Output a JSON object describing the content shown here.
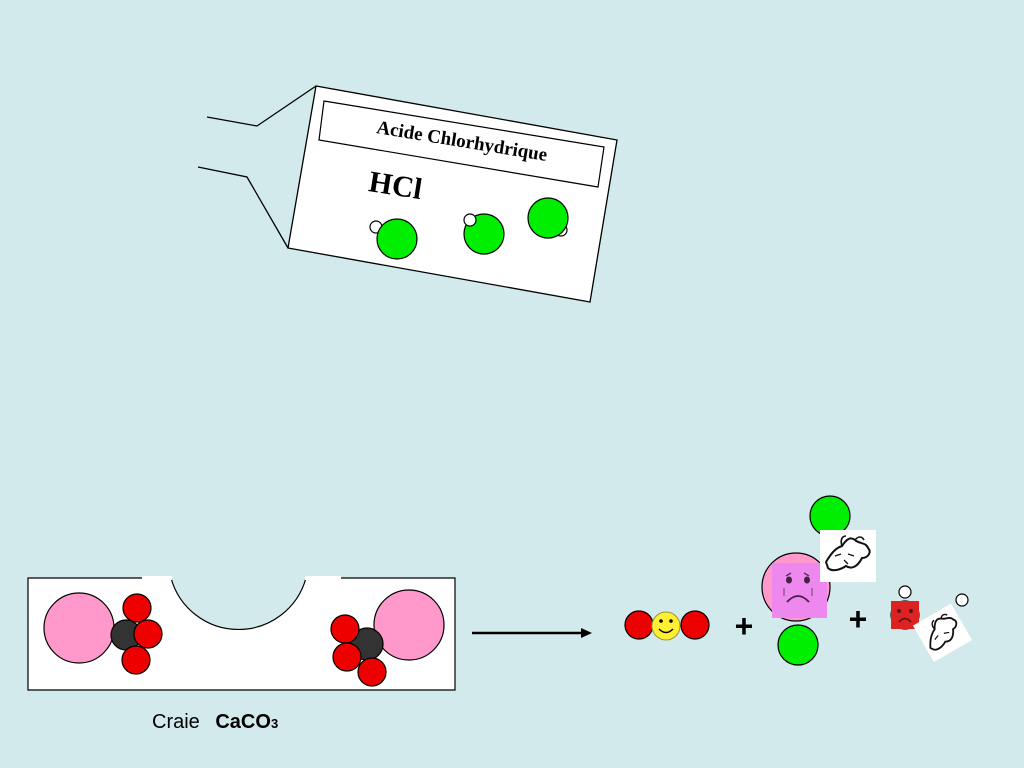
{
  "bottle": {
    "label_text": "Acide Chlorhydrique",
    "formula": "HCl"
  },
  "chalk": {
    "caption_word": "Craie",
    "formula_main": "CaCO",
    "formula_subscript": "3"
  },
  "equation": {
    "plus_1": "+",
    "plus_2": "+"
  },
  "colors": {
    "background": "#d2eaec",
    "chlorine": "#00ee00",
    "oxygen": "#ee0000",
    "calcium": "#ff99cc",
    "carbon": "#333333",
    "hydrogen": "#ffffff",
    "smiley": "#ffee33",
    "sad_face_bg": "#ee88ee"
  }
}
